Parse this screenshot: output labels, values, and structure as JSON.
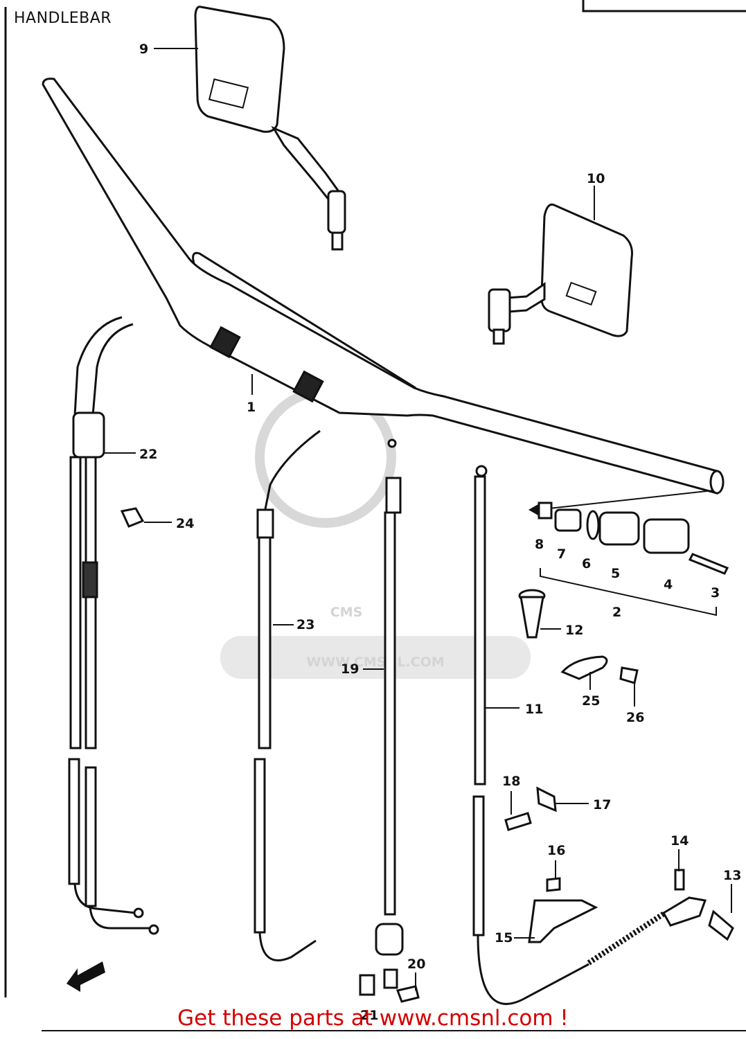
{
  "diagram": {
    "title": "HANDLEBAR",
    "footer_text": "Get these parts at www.cmsnl.com !",
    "watermark": {
      "logo_text": "CMS",
      "url_text": "WWW.CMSNL.COM"
    },
    "part_labels": [
      "1",
      "2",
      "3",
      "4",
      "5",
      "6",
      "7",
      "8",
      "9",
      "10",
      "11",
      "12",
      "13",
      "14",
      "15",
      "16",
      "17",
      "18",
      "19",
      "20",
      "21",
      "22",
      "23",
      "24",
      "25",
      "26"
    ],
    "colors": {
      "line": "#111111",
      "footer": "#d40000",
      "watermark": "#d4d4d4"
    }
  }
}
